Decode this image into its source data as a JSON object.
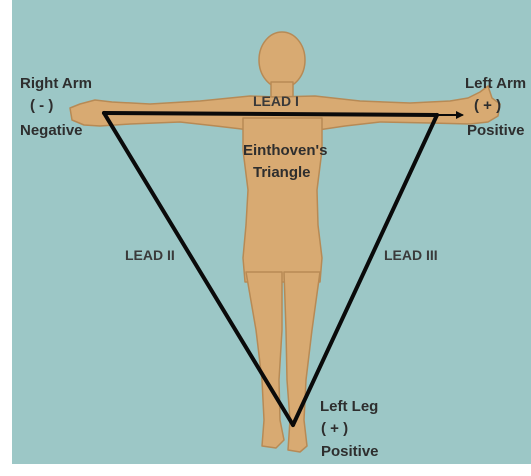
{
  "colors": {
    "background": "#9cc7c6",
    "body_fill": "#d8aa72",
    "body_outline": "#b78a55",
    "lead_line": "#0a0a0a",
    "text": "#2e2e2e"
  },
  "electrodes": {
    "right_arm": {
      "name": "Right Arm",
      "sign": "( - )",
      "polarity": "Negative"
    },
    "left_arm": {
      "name": "Left Arm",
      "sign": "( + )",
      "polarity": "Positive"
    },
    "left_leg": {
      "name": "Left Leg",
      "sign": "( + )",
      "polarity": "Positive"
    }
  },
  "leads": {
    "lead1": "LEAD I",
    "lead2": "LEAD II",
    "lead3": "LEAD III"
  },
  "center_label": {
    "line1": "Einthoven's",
    "line2": "Triangle"
  }
}
